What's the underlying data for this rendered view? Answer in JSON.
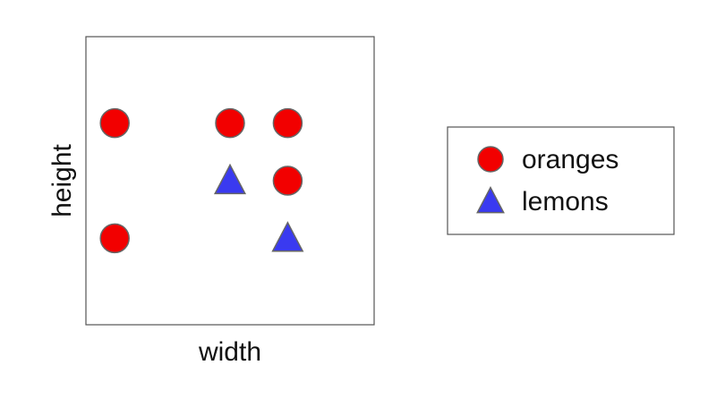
{
  "chart_data": {
    "type": "scatter",
    "xlabel": "width",
    "ylabel": "height",
    "xlim": [
      0,
      5
    ],
    "ylim": [
      0,
      5
    ],
    "grid": false,
    "legend_position": "right",
    "series": [
      {
        "name": "oranges",
        "marker": "circle",
        "color": "#f20000",
        "points": [
          {
            "x": 0.5,
            "y": 3.5
          },
          {
            "x": 2.5,
            "y": 3.5
          },
          {
            "x": 3.5,
            "y": 3.5
          },
          {
            "x": 3.5,
            "y": 2.5
          },
          {
            "x": 0.5,
            "y": 1.5
          }
        ]
      },
      {
        "name": "lemons",
        "marker": "triangle",
        "color": "#3a3af0",
        "points": [
          {
            "x": 2.5,
            "y": 2.5
          },
          {
            "x": 3.5,
            "y": 1.5
          }
        ]
      }
    ]
  }
}
